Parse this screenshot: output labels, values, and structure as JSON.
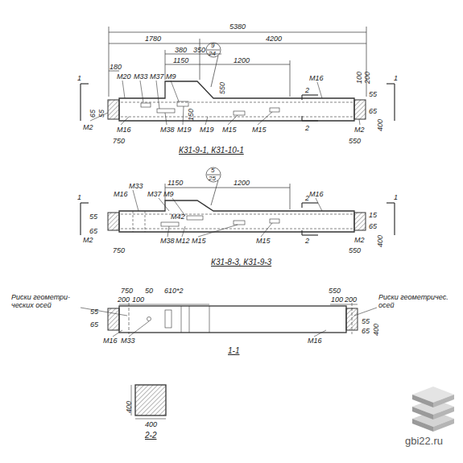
{
  "diagram": {
    "labels": [
      "5380",
      "1780",
      "4200",
      "380",
      "350",
      "9",
      "24",
      "1150",
      "1200",
      "180",
      "М20",
      "М33",
      "М37",
      "М9",
      "550",
      "150",
      "2",
      "М16",
      "100",
      "200",
      "1",
      "1",
      "65",
      "55",
      "55",
      "65",
      "400",
      "М2",
      "М16",
      "М38",
      "М19",
      "М19",
      "М15",
      "М15",
      "2",
      "М2",
      "750",
      "550",
      "К31-9-1, К31-10-1",
      "5",
      "25",
      "1150",
      "1200",
      "М33",
      "М16",
      "М37",
      "М9",
      "М42",
      "2",
      "М16",
      "1",
      "1",
      "55",
      "65",
      "15",
      "65",
      "400",
      "М2",
      "750",
      "М38",
      "М12",
      "М15",
      "М15",
      "2",
      "М2",
      "550",
      "К31-8-3, К31-9-3",
      "750",
      "50",
      "610*2",
      "200",
      "100",
      "Риски геометри-ческих осей",
      "Риски геометричес. осей",
      "550",
      "100",
      "200",
      "55",
      "65",
      "55",
      "65",
      "400",
      "М16",
      "М33",
      "М16",
      "1-1",
      "400",
      "400",
      "2-2",
      "gbi22.ru"
    ]
  }
}
